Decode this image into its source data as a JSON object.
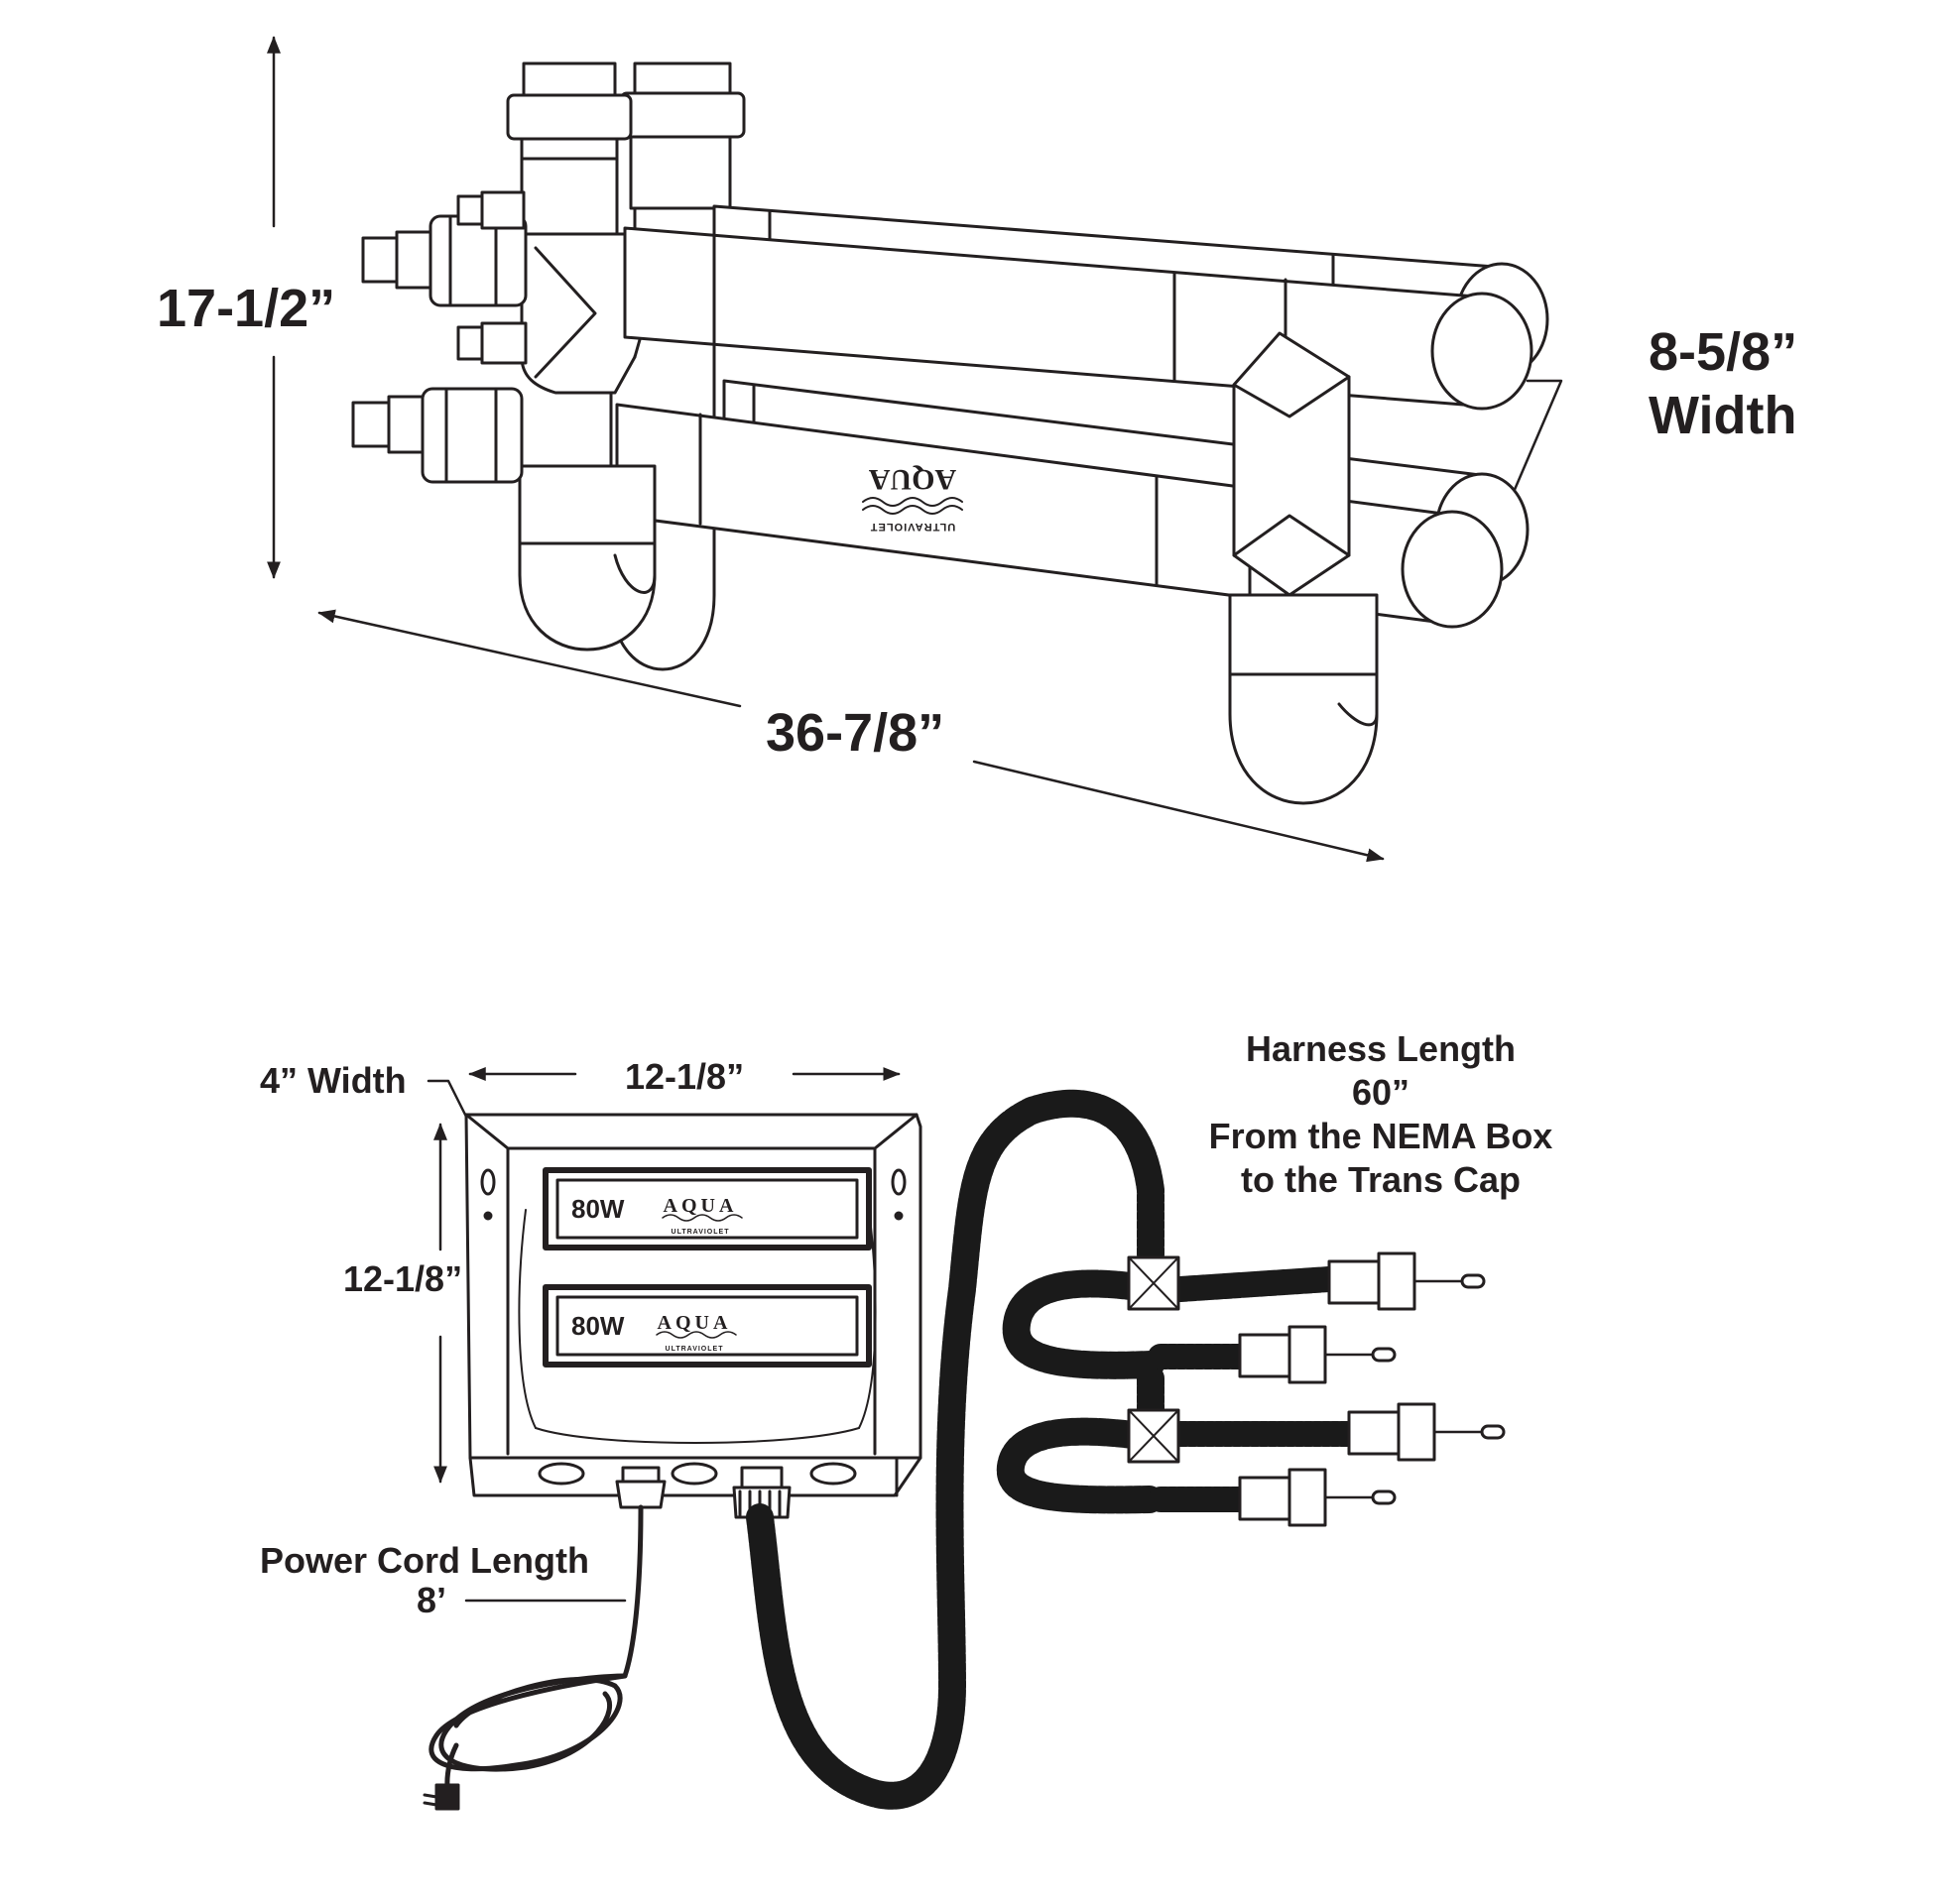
{
  "colors": {
    "ink": "#231f20",
    "paper": "#ffffff",
    "hose": "#1a1a1a"
  },
  "uv_unit": {
    "height_label": "17-1/2”",
    "length_label": "36-7/8”",
    "width_label_value": "8-5/8”",
    "width_label_word": "Width",
    "logo_text": "AQUA",
    "logo_subtext": "ULTRAVIOLET"
  },
  "nema_box": {
    "depth_label": "4” Width",
    "width_label": "12-1/8”",
    "height_label": "12-1/8”",
    "ballasts": [
      {
        "wattage": "80W",
        "logo_text": "AQUA",
        "logo_subtext": "ULTRAVIOLET"
      },
      {
        "wattage": "80W",
        "logo_text": "AQUA",
        "logo_subtext": "ULTRAVIOLET"
      }
    ]
  },
  "power_cord": {
    "label": "Power Cord Length",
    "value": "8’"
  },
  "harness": {
    "title": "Harness Length",
    "value": "60”",
    "desc_line1": "From the NEMA Box",
    "desc_line2": "to the Trans Cap"
  }
}
